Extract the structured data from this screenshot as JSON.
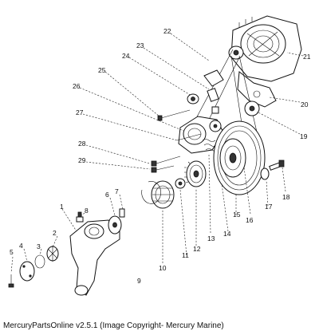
{
  "diagram": {
    "callouts": [
      "1",
      "2",
      "3",
      "4",
      "5",
      "6",
      "7",
      "8",
      "9",
      "10",
      "11",
      "12",
      "13",
      "14",
      "15",
      "16",
      "17",
      "18",
      "19",
      "20",
      "21",
      "22",
      "23",
      "24",
      "25",
      "26",
      "27",
      "28",
      "29"
    ]
  },
  "footer": {
    "caption": "MercuryPartsOnline v2.5.1 (Image Copyright- Mercury Marine)"
  }
}
